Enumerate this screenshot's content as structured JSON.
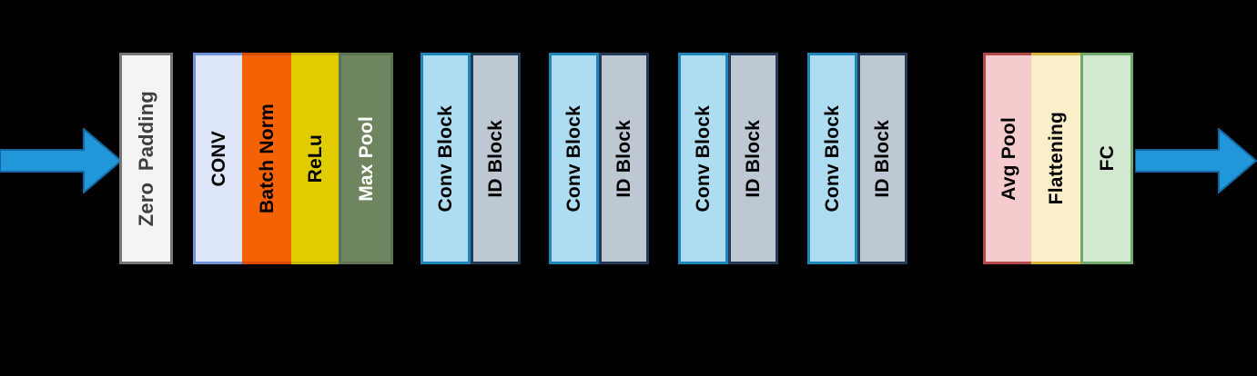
{
  "diagram": {
    "title": "ResNet-style CNN architecture pipeline",
    "background_color": "#000000",
    "arrow_color": "#2196D9"
  },
  "input_arrow": {
    "name": "input-arrow",
    "label": ""
  },
  "output_arrow": {
    "name": "output-arrow",
    "label": ""
  },
  "stages": {
    "zero_padding": {
      "label": "Zero  Padding",
      "fill": "#F4F4F4",
      "border": "#767676",
      "text_color": "#3F3F3F"
    },
    "stem": {
      "layers": [
        {
          "label": "CONV",
          "fill": "#DCE6F8",
          "border": "#6F93D6",
          "text_color": "#000000"
        },
        {
          "label": "Batch Norm",
          "fill": "#F56105",
          "border": "#D94A02",
          "text_color": "#000000"
        },
        {
          "label": "ReLu",
          "fill": "#E0CC00",
          "border": "#C9B700",
          "text_color": "#000000"
        },
        {
          "label": "Max Pool",
          "fill": "#6E8560",
          "border": "#5E7351",
          "text_color": "#FFFFFF"
        }
      ]
    },
    "residual_stages": [
      {
        "conv_block": {
          "label": "Conv Block",
          "fill": "#AEDCF0",
          "border": "#1E86B8"
        },
        "id_block": {
          "label": "ID Block",
          "fill": "#BDC8D2",
          "border": "#233B57"
        }
      },
      {
        "conv_block": {
          "label": "Conv Block",
          "fill": "#AEDCF0",
          "border": "#1E86B8"
        },
        "id_block": {
          "label": "ID Block",
          "fill": "#BDC8D2",
          "border": "#233B57"
        }
      },
      {
        "conv_block": {
          "label": "Conv Block",
          "fill": "#AEDCF0",
          "border": "#1E86B8"
        },
        "id_block": {
          "label": "ID Block",
          "fill": "#BDC8D2",
          "border": "#233B57"
        }
      },
      {
        "conv_block": {
          "label": "Conv Block",
          "fill": "#AEDCF0",
          "border": "#1E86B8"
        },
        "id_block": {
          "label": "ID Block",
          "fill": "#BDC8D2",
          "border": "#233B57"
        }
      }
    ],
    "head": {
      "layers": [
        {
          "label": "Avg Pool",
          "fill": "#F5CBCE",
          "border": "#B24A4A",
          "text_color": "#000000"
        },
        {
          "label": "Flattening",
          "fill": "#FBEFC9",
          "border": "#D9B43A",
          "text_color": "#000000"
        },
        {
          "label": "FC",
          "fill": "#D3E8D0",
          "border": "#6FA86A",
          "text_color": "#000000"
        }
      ]
    }
  }
}
